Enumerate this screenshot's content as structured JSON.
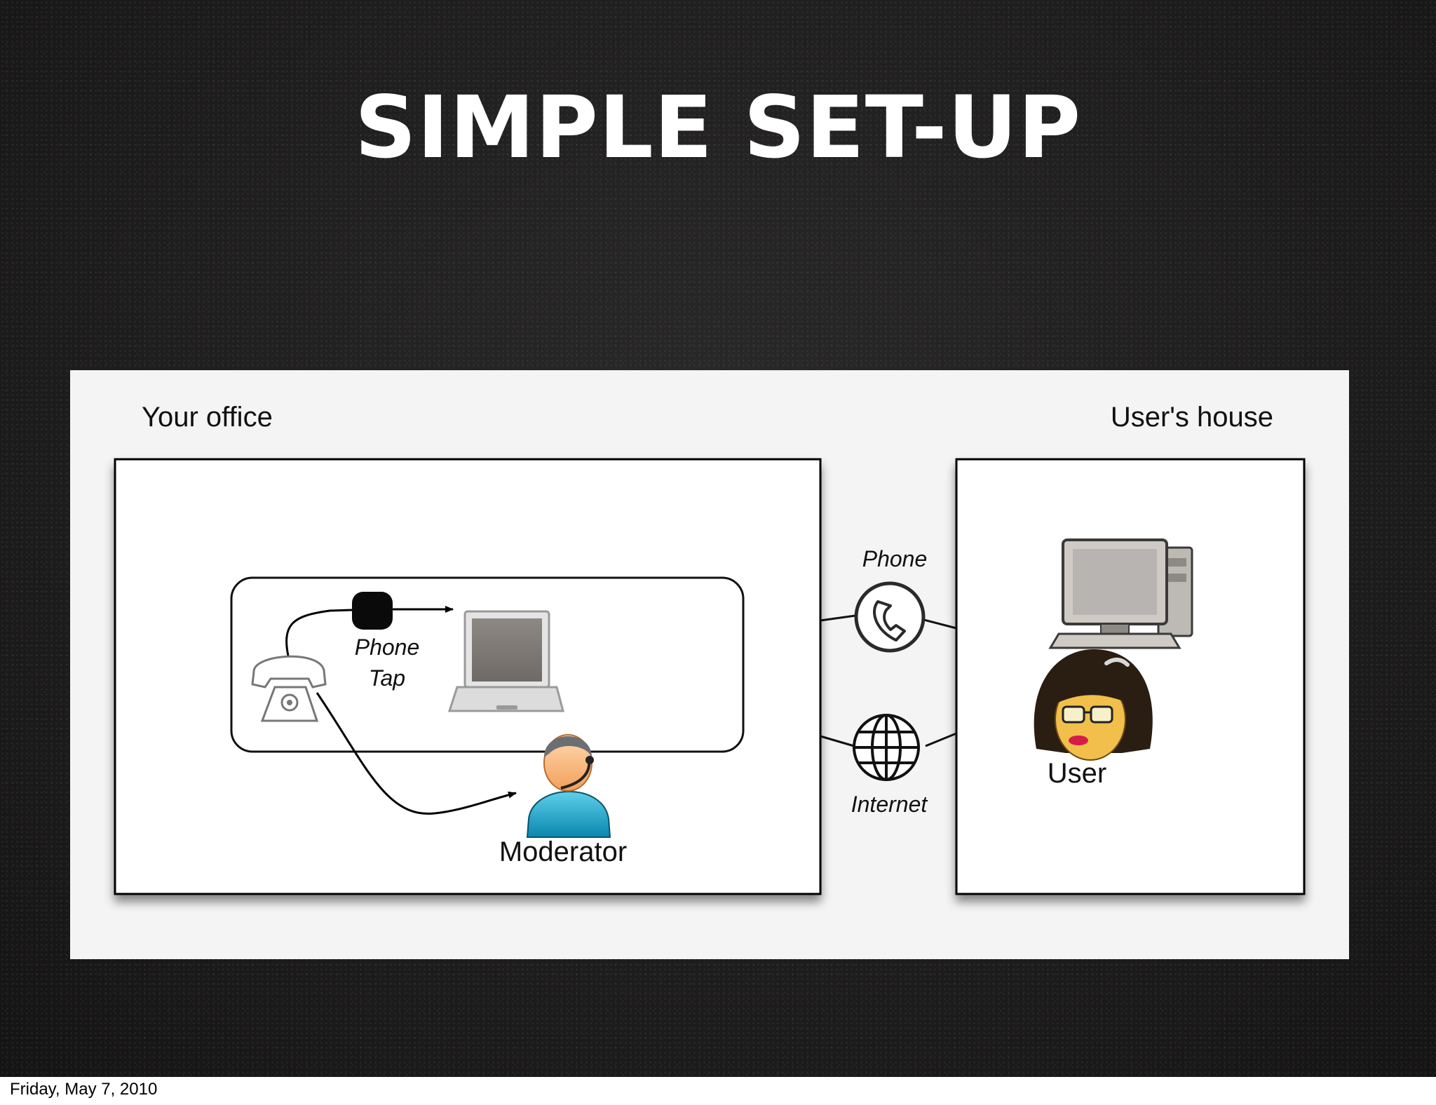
{
  "slide": {
    "title": "SIMPLE SET-UP"
  },
  "diagram": {
    "regions": {
      "office_label": "Your office",
      "house_label": "User's house"
    },
    "office": {
      "phone_tap_line1": "Phone",
      "phone_tap_line2": "Tap",
      "moderator_label": "Moderator"
    },
    "links": {
      "phone_label": "Phone",
      "internet_label": "Internet"
    },
    "house": {
      "user_label": "User"
    },
    "icons": [
      "telephone-icon",
      "phone-tap-device-icon",
      "laptop-icon",
      "moderator-icon",
      "phone-link-icon",
      "globe-icon",
      "desktop-computer-icon",
      "user-icon"
    ]
  },
  "footer": {
    "date": "Friday, May 7, 2010"
  }
}
